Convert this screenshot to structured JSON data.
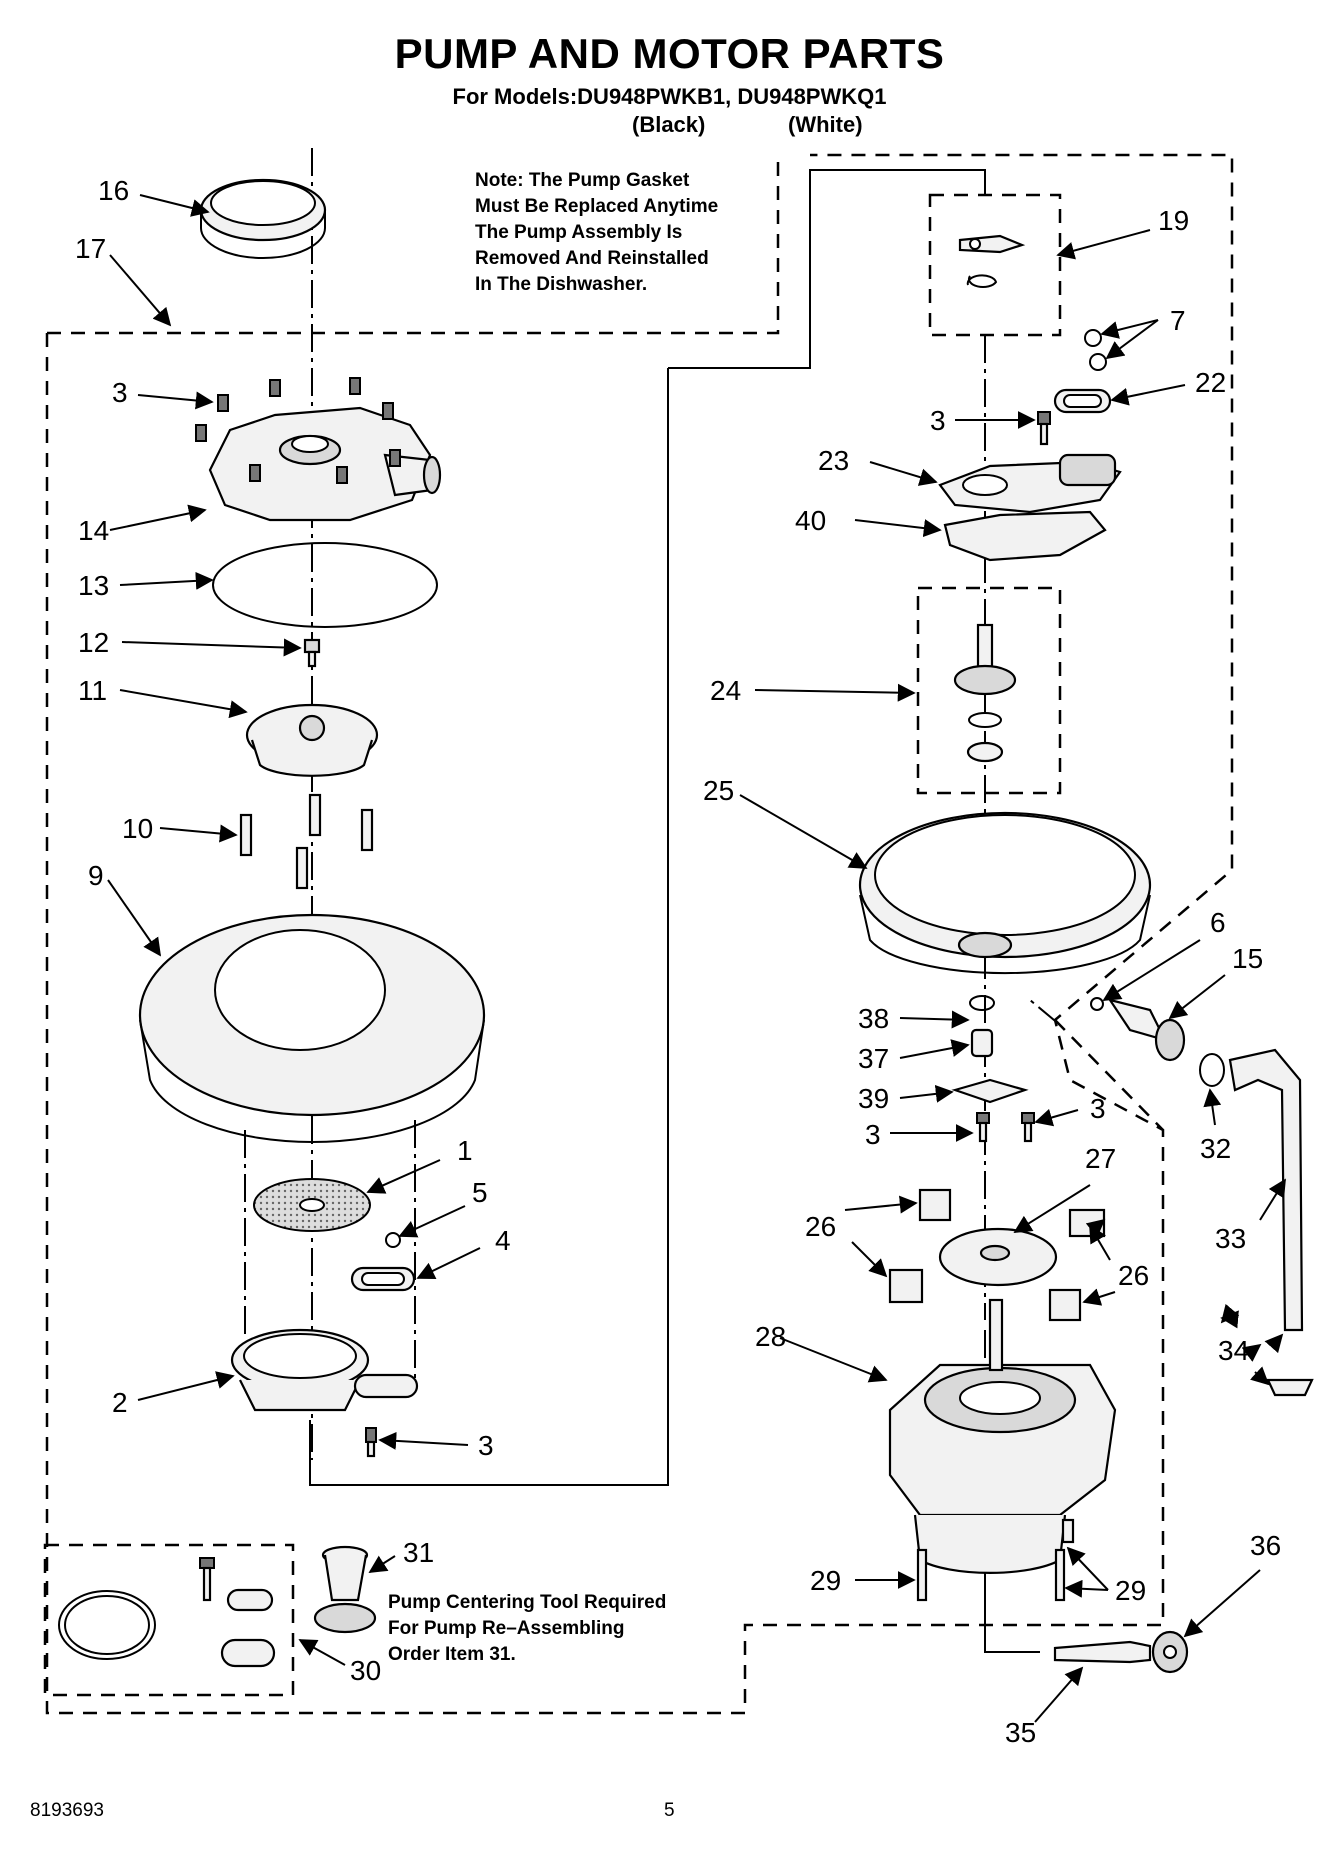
{
  "header": {
    "title": "PUMP AND MOTOR PARTS",
    "models_line": "For Models:DU948PWKB1, DU948PWKQ1",
    "variant_black": "(Black)",
    "variant_white": "(White)"
  },
  "notes": {
    "gasket_note": [
      "Note: The Pump Gasket",
      "Must Be Replaced Anytime",
      "The Pump Assembly Is",
      "Removed And Reinstalled",
      "In The Dishwasher."
    ],
    "tool_note": [
      "Pump Centering Tool Required",
      "For Pump Re–Assembling",
      "Order Item 31."
    ]
  },
  "callouts": {
    "c16": "16",
    "c17": "17",
    "c3a": "3",
    "c14": "14",
    "c13": "13",
    "c12": "12",
    "c11": "11",
    "c10": "10",
    "c9": "9",
    "c1": "1",
    "c5": "5",
    "c4": "4",
    "c2": "2",
    "c3b": "3",
    "c30": "30",
    "c31": "31",
    "c19": "19",
    "c7": "7",
    "c22": "22",
    "c3c": "3",
    "c23": "23",
    "c40": "40",
    "c24": "24",
    "c25": "25",
    "c6": "6",
    "c15": "15",
    "c38": "38",
    "c37": "37",
    "c39": "39",
    "c3d": "3",
    "c3e": "3",
    "c32": "32",
    "c27": "27",
    "c26a": "26",
    "c26b": "26",
    "c33": "33",
    "c28": "28",
    "c34": "34",
    "c29a": "29",
    "c29b": "29",
    "c36": "36",
    "c35": "35"
  },
  "footer": {
    "doc_number": "8193693",
    "page_number": "5"
  }
}
